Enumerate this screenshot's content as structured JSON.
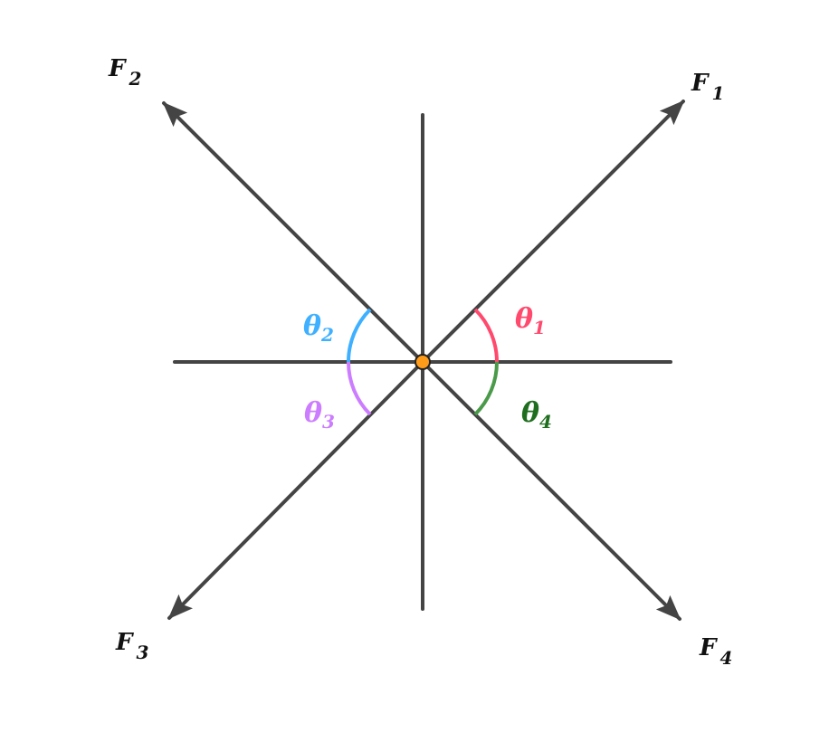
{
  "forces": [
    {
      "name": "F",
      "sub": "1"
    },
    {
      "name": "F",
      "sub": "2"
    },
    {
      "name": "F",
      "sub": "3"
    },
    {
      "name": "F",
      "sub": "4"
    }
  ],
  "angles": [
    {
      "name": "θ",
      "sub": "1",
      "color": "#ff4a6e"
    },
    {
      "name": "θ",
      "sub": "2",
      "color": "#3eb0ff"
    },
    {
      "name": "θ",
      "sub": "3",
      "color": "#cc7dff"
    },
    {
      "name": "θ",
      "sub": "4",
      "color": "#4a9a4a",
      "label_color": "#1f6e1f"
    }
  ],
  "colors": {
    "axis": "#444444",
    "origin": "#ff9c1a"
  }
}
